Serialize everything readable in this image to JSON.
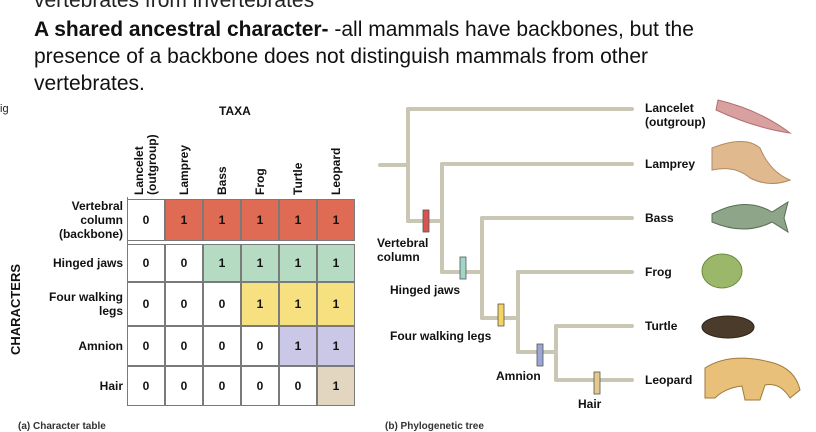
{
  "slide": {
    "cut_top_line": "vertebrates from invertebrates",
    "heading": "A shared ancestral character-",
    "line1_rest": " -all mammals have backbones, but the",
    "line2": "presence of a backbone does not distinguish mammals from other",
    "line3": "vertebrates.",
    "fig_prefix": "ig"
  },
  "table": {
    "title": "TAXA",
    "axis_label": "CHARACTERS",
    "taxa": [
      "Lancelet\n(outgroup)",
      "Lamprey",
      "Bass",
      "Frog",
      "Turtle",
      "Leopard"
    ],
    "characters": [
      {
        "label": "Vertebral\ncolumn\n(backbone)",
        "values": [
          "0",
          "1",
          "1",
          "1",
          "1",
          "1"
        ],
        "color": "#e06b54"
      },
      {
        "label": "Hinged jaws",
        "values": [
          "0",
          "0",
          "1",
          "1",
          "1",
          "1"
        ],
        "color": "#b5dcc3"
      },
      {
        "label": "Four walking\nlegs",
        "values": [
          "0",
          "0",
          "0",
          "1",
          "1",
          "1"
        ],
        "color": "#f6e07f"
      },
      {
        "label": "Amnion",
        "values": [
          "0",
          "0",
          "0",
          "0",
          "1",
          "1"
        ],
        "color": "#cac8e6"
      },
      {
        "label": "Hair",
        "values": [
          "0",
          "0",
          "0",
          "0",
          "0",
          "1"
        ],
        "color": "#e3d6c0"
      }
    ]
  },
  "tree": {
    "tips": [
      "Lancelet\n(outgroup)",
      "Lamprey",
      "Bass",
      "Frog",
      "Turtle",
      "Leopard"
    ],
    "traits": [
      "Vertebral\ncolumn",
      "Hinged jaws",
      "Four walking legs",
      "Amnion",
      "Hair"
    ],
    "trait_colors": [
      "#d9534f",
      "#9fd6c8",
      "#f4d35e",
      "#9aa6d6",
      "#e5c98a"
    ],
    "branch_color": "#c9c7b4"
  },
  "captions": {
    "left": "(a) Character table",
    "right": "(b) Phylogenetic tree"
  }
}
